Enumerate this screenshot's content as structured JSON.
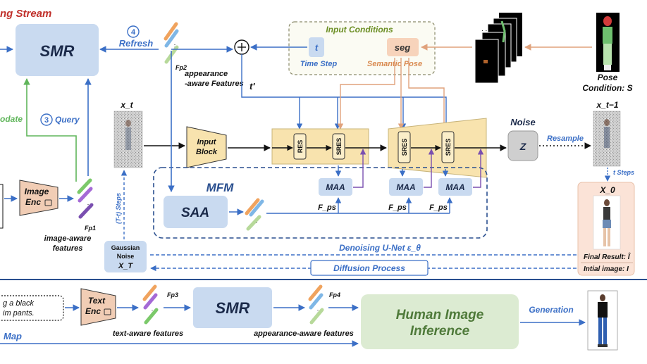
{
  "header": {
    "title_fragment": "ng Stream"
  },
  "top": {
    "smr_label": "SMR",
    "refresh_step": "4",
    "refresh_label": "Refresh",
    "fp2_label": "Fp2",
    "fp2_desc_line1": "appearance",
    "fp2_desc_line2": "-aware Features",
    "update_fragment": "odate",
    "query_step": "3",
    "query_label": "Query",
    "t_prime": "t'"
  },
  "input_conditions": {
    "title": "Input Conditions",
    "t_symbol": "t",
    "time_step_label": "Time Step",
    "seg_symbol": "seg",
    "semantic_pose_label": "Semantic  Pose"
  },
  "pose": {
    "label_line1": "Pose",
    "label_line2": "Condition: S"
  },
  "unet": {
    "xt_label": "x_t",
    "input_block_line1": "Input",
    "input_block_line2": "Block",
    "res_label": "RES",
    "sres_labels": [
      "SRES",
      "SRES",
      "SRES"
    ],
    "noise_label": "Noise",
    "z_label": "Z",
    "resample_label": "Resample",
    "xt1_label": "x_t−1",
    "t_steps_label": "t Steps",
    "x0_label": "X_0"
  },
  "mfm": {
    "title": "MFM",
    "saa_label": "SAA",
    "maa_labels": [
      "MAA",
      "MAA",
      "MAA"
    ],
    "fps_labels": [
      "F_ps",
      "F_ps",
      "F_ps"
    ]
  },
  "image_enc": {
    "line1": "Image",
    "line2": "Enc",
    "fp1_label": "Fp1",
    "desc_line1": "image-aware",
    "desc_line2": "features"
  },
  "gaussian": {
    "line1": "Gaussian",
    "line2": "Noise",
    "xT": "X_T",
    "steps_label": "(T-t)  Steps"
  },
  "denoising": {
    "label": "Denoising U-Net ε_θ"
  },
  "diffusion": {
    "label": "Diffusion Process"
  },
  "results": {
    "final_result": "Final Result: Î",
    "initial_image": "Intial image: I"
  },
  "bottom": {
    "prompt_line1": "g a black",
    "prompt_line2": "im pants.",
    "text_enc_line1": "Text",
    "text_enc_line2": "Enc",
    "fp3_label": "Fp3",
    "text_features": "text-aware features",
    "smr_label": "SMR",
    "fp4_label": "Fp4",
    "appearance_features": "appearance-aware features",
    "inference_line1": "Human Image",
    "inference_line2": "Inference",
    "generation_label": "Generation",
    "map_fragment": "Map"
  },
  "colors": {
    "blue_arrow": "#3b6fc6",
    "green_arrow": "#5fb55a",
    "orange_arrow": "#e0a27c",
    "purple_arrow": "#7a4fb0",
    "smr_fill": "#c9daf0",
    "yellow_fill": "#f8e3ae",
    "maa_fill": "#c9daf0",
    "inference_fill": "#dcebd2",
    "enc_fill": "#f1cdb5",
    "result_panel_fill": "#fbe3d7",
    "title_red": "#c0302b"
  }
}
